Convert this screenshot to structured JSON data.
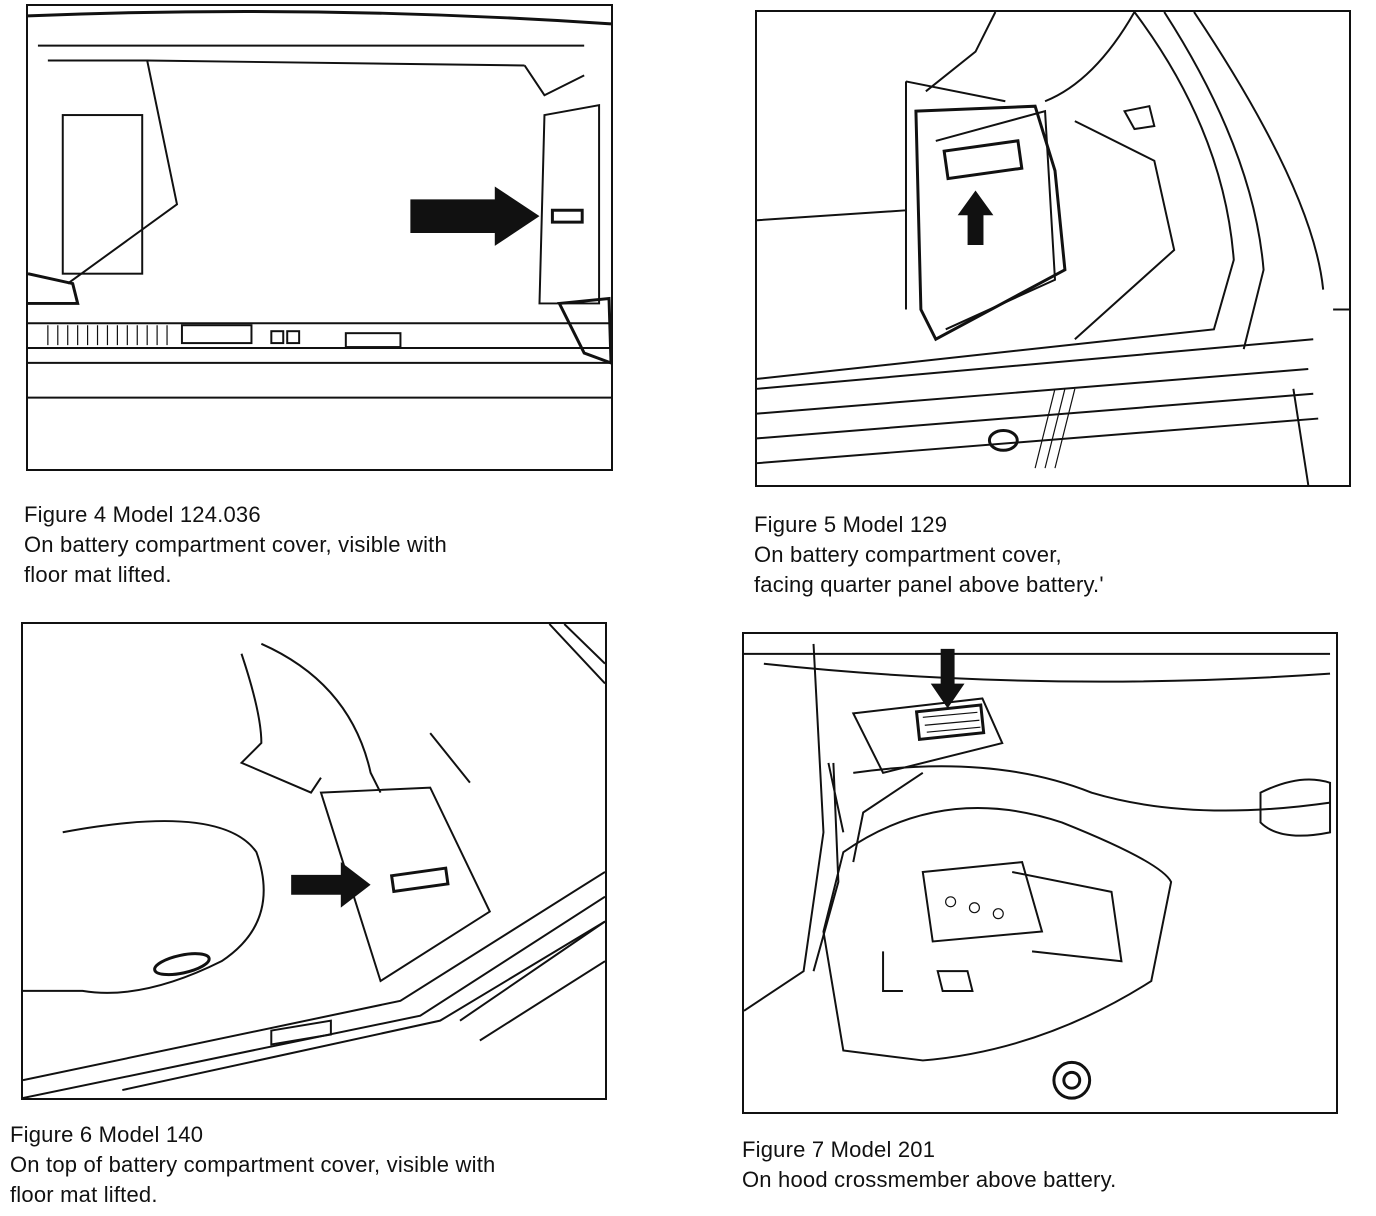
{
  "figures": [
    {
      "id": "fig4",
      "caption_title": "Figure 4 Model 124.036",
      "caption_lines": [
        "On battery compartment cover, visible with",
        "floor mat lifted."
      ],
      "illustration": "trunk-floor-battery-cover-label-arrow"
    },
    {
      "id": "fig5",
      "caption_title": "Figure 5 Model 129",
      "caption_lines": [
        "On battery compartment cover,",
        "facing quarter panel above battery.'"
      ],
      "illustration": "quarter-panel-battery-cover-label-arrow"
    },
    {
      "id": "fig6",
      "caption_title": "Figure 6 Model 140",
      "caption_lines": [
        "On top of battery compartment cover, visible with",
        "floor mat lifted."
      ],
      "illustration": "trunk-floor-battery-cover-top-label-arrow"
    },
    {
      "id": "fig7",
      "caption_title": "Figure 7 Model 201",
      "caption_lines": [
        "On hood crossmember above battery."
      ],
      "illustration": "engine-bay-hood-crossmember-label-arrow"
    }
  ]
}
